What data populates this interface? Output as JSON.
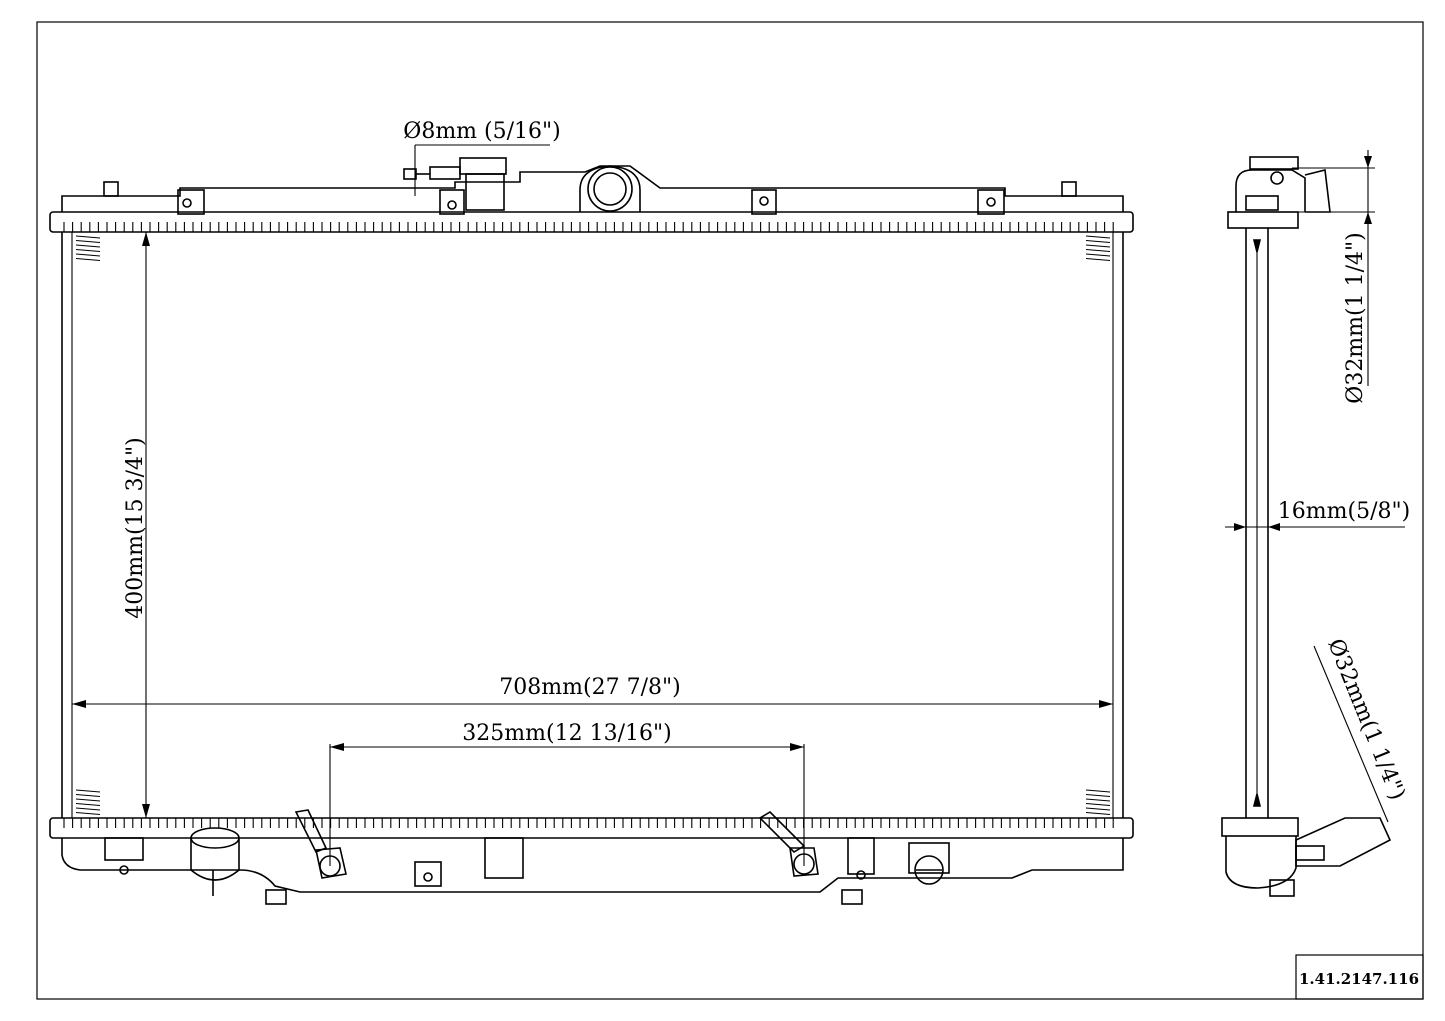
{
  "dimensions": {
    "inlet_diameter": "Ø8mm (5/16\")",
    "core_height": "400mm(15 3/4\")",
    "core_width": "708mm(27 7/8\")",
    "pipe_spacing": "325mm(12 13/16\")",
    "upper_outlet_diameter": "Ø32mm(1 1/4\")",
    "core_thickness": "16mm(5/8\")",
    "lower_outlet_diameter": "Ø32mm(1 1/4\")"
  },
  "part_number": "1.41.2147.116"
}
